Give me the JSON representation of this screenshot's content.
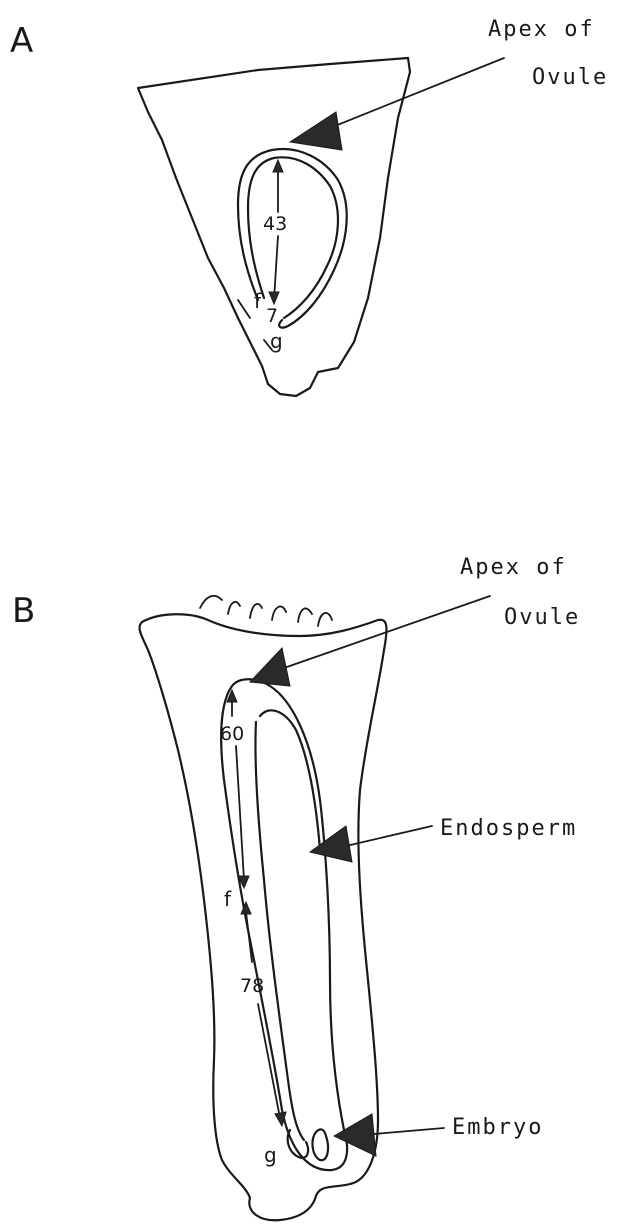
{
  "panel_a": {
    "letter": "A",
    "apex_label_line1": "Apex of",
    "apex_label_line2": "Ovule",
    "measure_upper": "43",
    "measure_lower": "7",
    "label_f": "f",
    "label_g": "g"
  },
  "panel_b": {
    "letter": "B",
    "apex_label_line1": "Apex of",
    "apex_label_line2": "Ovule",
    "endosperm_label": "Endosperm",
    "embryo_label": "Embryo",
    "measure_upper": "60",
    "measure_lower": "78",
    "label_f": "f",
    "label_g": "g"
  }
}
